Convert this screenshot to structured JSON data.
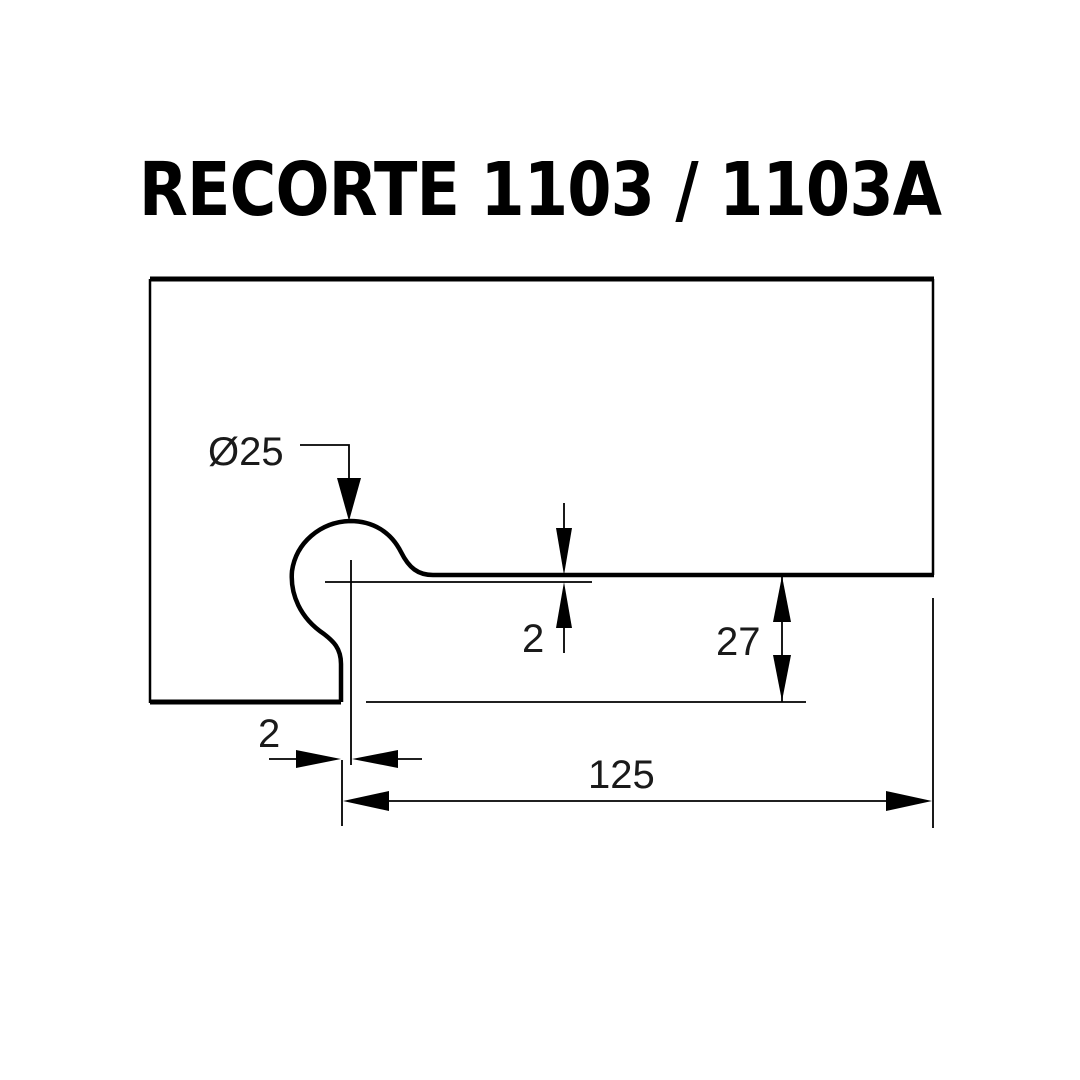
{
  "title": "RECORTE 1103 / 1103A",
  "dimensions": {
    "diameter": "Ø25",
    "gap_thickness": "2",
    "slot_height": "27",
    "edge_offset": "2",
    "slot_length": "125"
  },
  "colors": {
    "ink": "#000000",
    "background": "#ffffff"
  }
}
